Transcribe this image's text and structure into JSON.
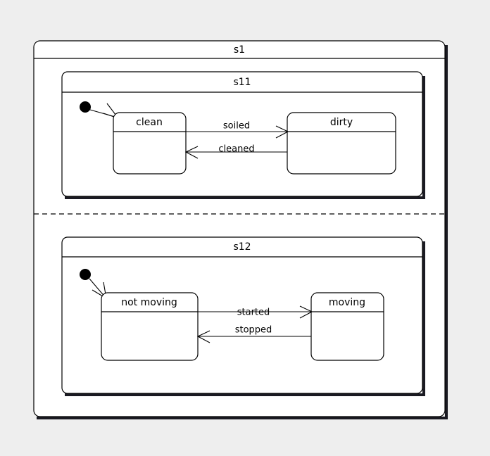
{
  "diagram": {
    "type": "uml-state-machine",
    "background_color": "#eeeeee",
    "line_color": "#000000",
    "fill_color": "#ffffff",
    "outer_state": {
      "name": "s1",
      "label": "s1"
    },
    "regions": [
      {
        "id": "s11",
        "label": "s11",
        "initial_state": "clean",
        "states": [
          {
            "id": "clean",
            "label": "clean"
          },
          {
            "id": "dirty",
            "label": "dirty"
          }
        ],
        "transitions": [
          {
            "from": "clean",
            "to": "dirty",
            "label": "soiled",
            "direction": "right"
          },
          {
            "from": "dirty",
            "to": "clean",
            "label": "cleaned",
            "direction": "left"
          }
        ]
      },
      {
        "id": "s12",
        "label": "s12",
        "initial_state": "not moving",
        "states": [
          {
            "id": "not-moving",
            "label": "not moving"
          },
          {
            "id": "moving",
            "label": "moving"
          }
        ],
        "transitions": [
          {
            "from": "not moving",
            "to": "moving",
            "label": "started",
            "direction": "right"
          },
          {
            "from": "moving",
            "to": "not moving",
            "label": "stopped",
            "direction": "left"
          }
        ]
      }
    ]
  }
}
